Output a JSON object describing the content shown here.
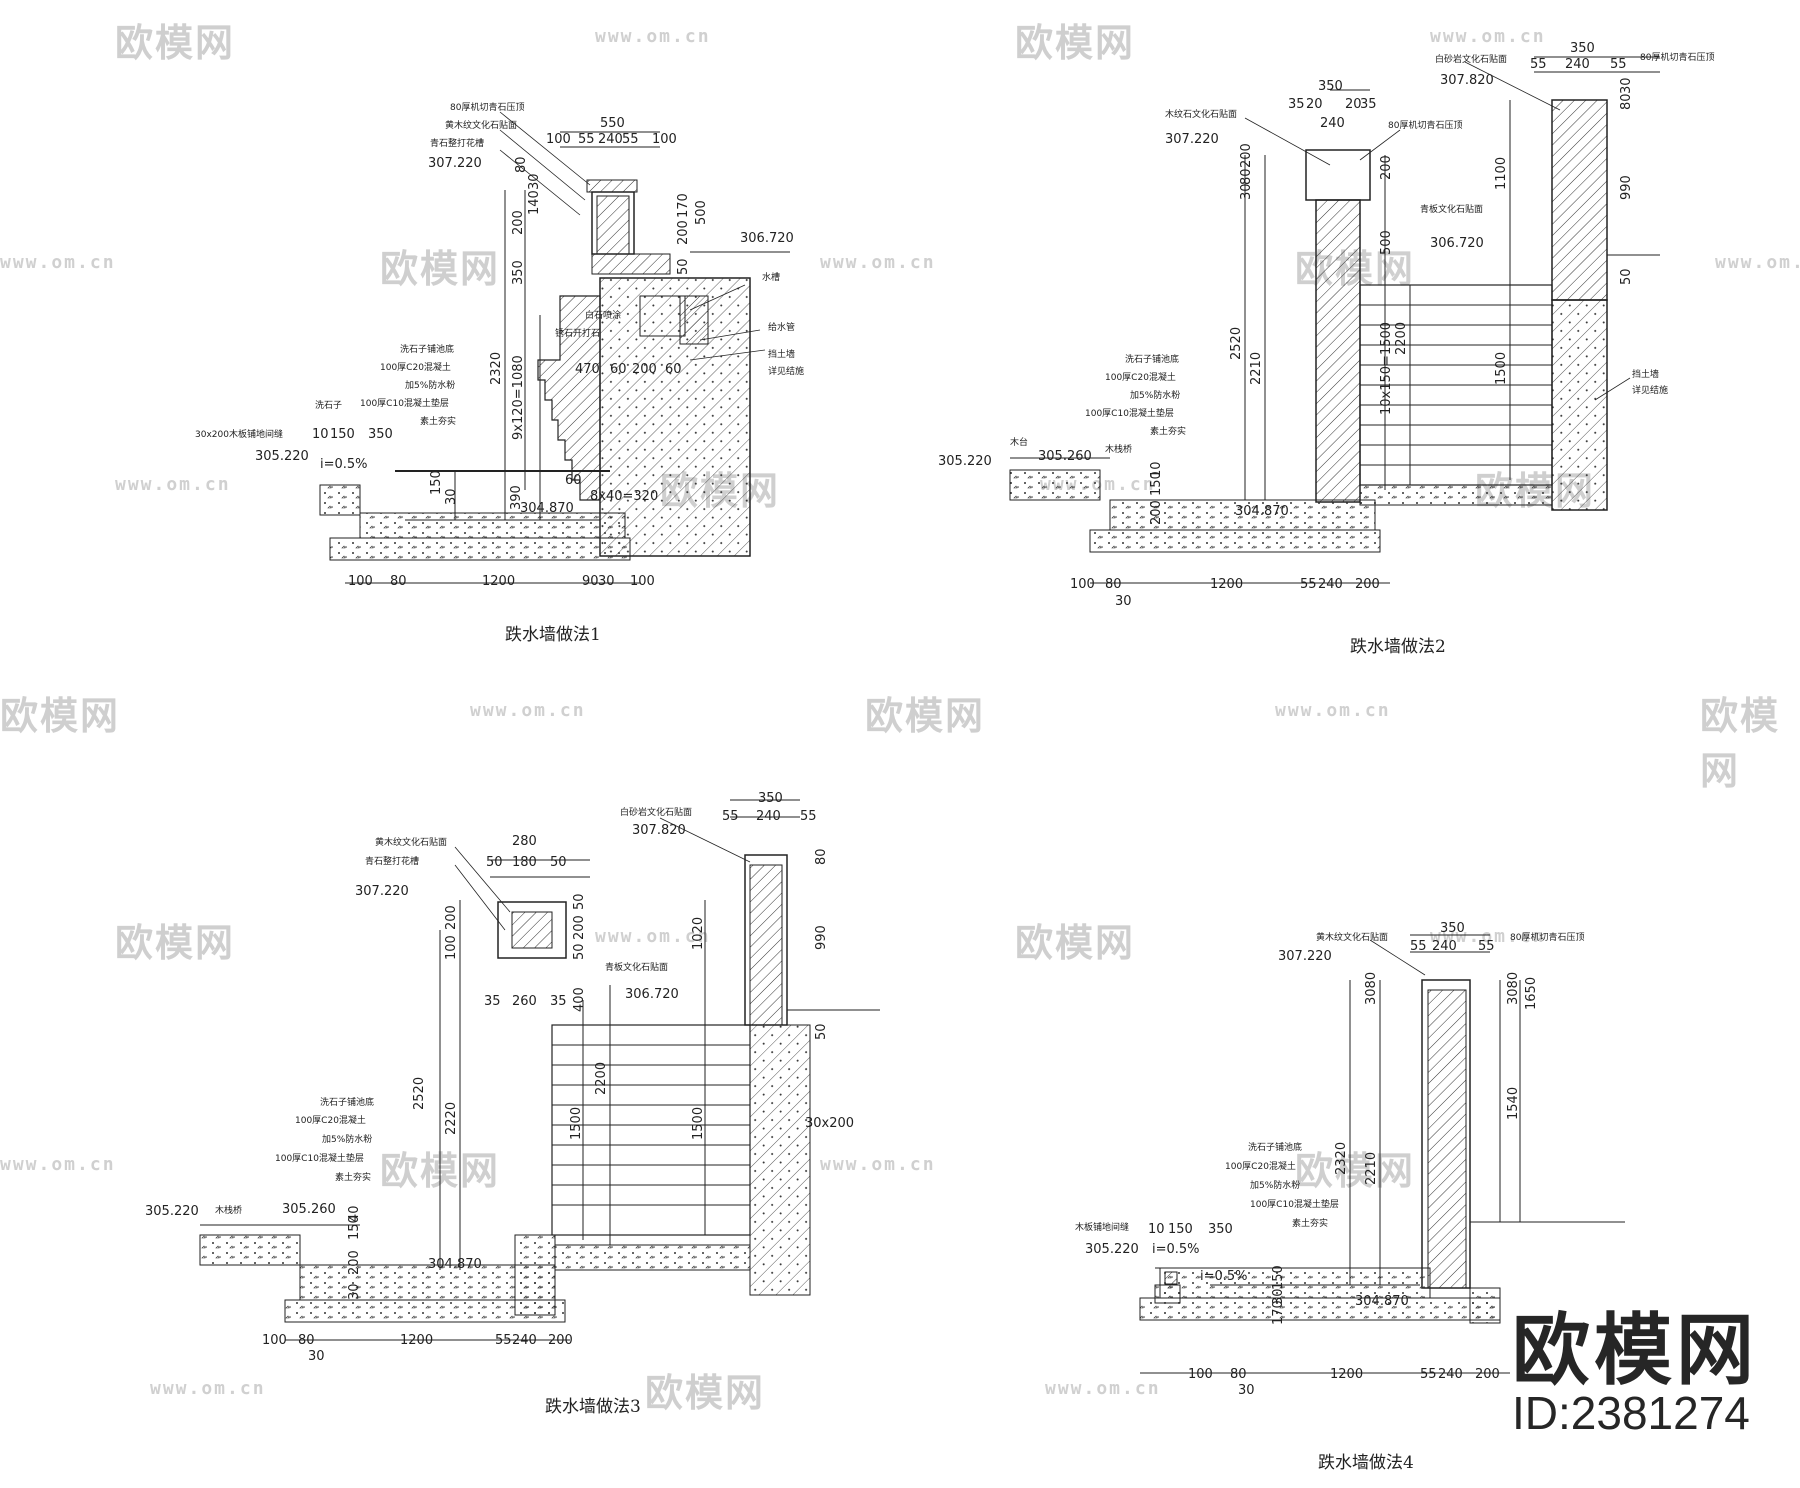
{
  "watermark": {
    "brand": "欧模网",
    "url": "www.om.cn"
  },
  "brand_corner": {
    "logo": "欧模网",
    "id": "ID:2381274"
  },
  "drawings": [
    {
      "caption": "跌水墙做法1",
      "labels": [
        "80厚机切青石压顶",
        "黄木纹文化石贴面",
        "青石整打花槽",
        "洗石子铺池底",
        "100厚C20混凝土",
        "加5%防水粉",
        "100厚C10混凝土垫层",
        "素土夯实",
        "洗石子",
        "30x200木板铺地间缝",
        "白石喷涂",
        "锈石开打石",
        "水槽",
        "给水管",
        "挡土墙",
        "详见结施"
      ],
      "elevations": [
        "307.220",
        "306.720",
        "305.220",
        "304.870"
      ],
      "dims_top": [
        "550",
        "100",
        "55",
        "240",
        "55",
        "100"
      ],
      "dims_bottom": [
        "100",
        "80",
        "1200",
        "90",
        "30",
        "100"
      ],
      "dims_misc": [
        "2320",
        "9x120=1080",
        "350",
        "200",
        "140",
        "30",
        "80",
        "170",
        "500",
        "200",
        "50",
        "470",
        "60",
        "200",
        "60",
        "8x40=320",
        "60",
        "i=0.5%",
        "10",
        "150",
        "350",
        "390",
        "150",
        "30"
      ]
    },
    {
      "caption": "跌水墙做法2",
      "labels": [
        "木纹石文化石贴面",
        "80厚机切青石压顶",
        "白砂岩文化石贴面",
        "80厚机切青石压顶",
        "青板文化石贴面",
        "洗石子铺池底",
        "100厚C20混凝土",
        "加5%防水粉",
        "100厚C10混凝土垫层",
        "素土夯实",
        "木台",
        "木栈桥",
        "挡土墙",
        "详见结施"
      ],
      "elevations": [
        "307.820",
        "307.220",
        "306.720",
        "305.260",
        "305.220",
        "304.870"
      ],
      "dims_top": [
        "350",
        "35",
        "20",
        "240",
        "20",
        "35",
        "350",
        "55",
        "240",
        "55"
      ],
      "dims_bottom": [
        "100",
        "80",
        "30",
        "1200",
        "55",
        "240",
        "200"
      ],
      "dims_misc": [
        "2520",
        "2210",
        "10x150=1500",
        "2200",
        "1500",
        "1100",
        "990",
        "500",
        "200",
        "30",
        "80",
        "200",
        "80",
        "30",
        "50",
        "150",
        "200",
        "10"
      ]
    },
    {
      "caption": "跌水墙做法3",
      "labels": [
        "黄木纹文化石贴面",
        "青石整打花槽",
        "白砂岩文化石贴面",
        "青板文化石贴面",
        "洗石子铺池底",
        "100厚C20混凝土",
        "加5%防水粉",
        "100厚C10混凝土垫层",
        "素土夯实",
        "木栈桥"
      ],
      "elevations": [
        "307.820",
        "307.220",
        "306.720",
        "305.260",
        "305.220",
        "304.870"
      ],
      "dims_top": [
        "280",
        "50",
        "180",
        "50",
        "350",
        "55",
        "240",
        "55"
      ],
      "dims_bottom": [
        "100",
        "80",
        "30",
        "1200",
        "55",
        "240",
        "200"
      ],
      "dims_misc": [
        "2520",
        "2220",
        "1500",
        "2200",
        "1500",
        "1020",
        "990",
        "200",
        "100",
        "400",
        "35",
        "260",
        "35",
        "50",
        "200",
        "50",
        "30x200",
        "150",
        "40",
        "200",
        "30",
        "80",
        "50"
      ]
    },
    {
      "caption": "跌水墙做法4",
      "labels": [
        "黄木纹文化石贴面",
        "80厚机切青石压顶",
        "洗石子铺池底",
        "100厚C20混凝土",
        "加5%防水粉",
        "100厚C10混凝土垫层",
        "素土夯实",
        "木板铺地间缝"
      ],
      "elevations": [
        "307.220",
        "305.220",
        "304.870"
      ],
      "dims_top": [
        "350",
        "55",
        "240",
        "55"
      ],
      "dims_bottom": [
        "100",
        "80",
        "30",
        "1200",
        "55",
        "240",
        "200"
      ],
      "dims_misc": [
        "2320",
        "2210",
        "1540",
        "1650",
        "3080",
        "3080",
        "10",
        "150",
        "350",
        "i=0.5%",
        "i=0.5%",
        "150",
        "30",
        "170"
      ]
    }
  ]
}
